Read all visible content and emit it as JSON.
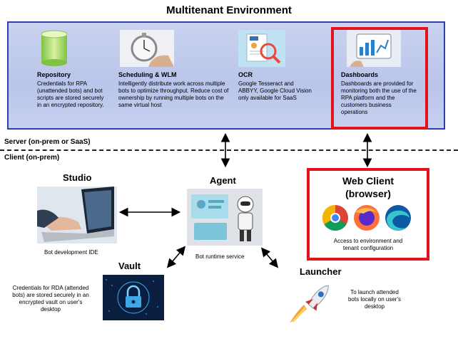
{
  "title": "Multitenant Environment",
  "services": [
    {
      "name": "Repository",
      "desc": "Credentials for RPA (unattended bots) and bot scripts are stored securely in an encrypted repository.",
      "image": "database-cylinder-icon"
    },
    {
      "name": "Scheduling & WLM",
      "desc": "Intelligently distribute work across multiple bots to optimize throughput. Reduce cost of ownership by running multiple bots on the same virtual host",
      "image": "stopwatch-photo"
    },
    {
      "name": "OCR",
      "desc": "Google Tesseract and ABBYY, Google Cloud Vision only available for SaaS",
      "image": "cv-magnifier-icon"
    },
    {
      "name": "Dashboards",
      "desc": "Dashboards are provided for monitoring both the use of the RPA platform and the customers business operations",
      "image": "tablet-dashboard-photo"
    }
  ],
  "tiers": {
    "server": "Server (on-prem or SaaS)",
    "client": "Client (on-prem)"
  },
  "studio": {
    "name": "Studio",
    "caption": "Bot development IDE"
  },
  "agent": {
    "name": "Agent",
    "caption": "Bot runtime service"
  },
  "web_client": {
    "name_line1": "Web Client",
    "name_line2": "(browser)",
    "caption_line1": "Access to environment and",
    "caption_line2": "tenant configuration",
    "browsers": [
      "chrome-icon",
      "firefox-icon",
      "edge-icon"
    ]
  },
  "vault": {
    "name": "Vault",
    "caption_line1": "Credentials for RDA (attended",
    "caption_line2": "bots) are stored securely in an",
    "caption_line3": "encrypted vault on user's",
    "caption_line4": "desktop"
  },
  "launcher": {
    "name": "Launcher",
    "caption_line1": "To launch attended",
    "caption_line2": "bots locally on user's",
    "caption_line3": "desktop"
  },
  "colors": {
    "highlight": "#e3131b",
    "env_border": "#2f3fb0",
    "env_fill": "#c3cdee"
  }
}
